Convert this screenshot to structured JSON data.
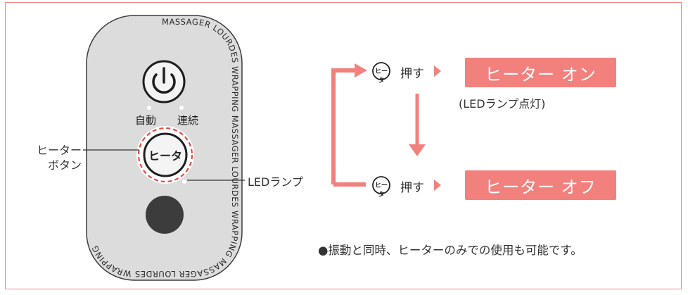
{
  "device": {
    "ring_text": "MASSAGER LOURDES WRAPPING",
    "mode_labels": [
      "自動",
      "連続"
    ],
    "heater_button_text": "ヒータ"
  },
  "callouts": {
    "heater_button": [
      "ヒーター",
      "ボタン"
    ],
    "led_lamp": "LEDランプ"
  },
  "flow": {
    "push_label": "押す",
    "icon_text": "ヒータ",
    "on_state": "ヒーター オン",
    "on_note": "(LEDランプ点灯)",
    "off_state": "ヒーター オフ"
  },
  "note": "●振動と同時、ヒーターのみでの使用も可能です。",
  "colors": {
    "accent": "#f2817e",
    "frame": "#ea8a86",
    "device": "#dcdcdd"
  }
}
